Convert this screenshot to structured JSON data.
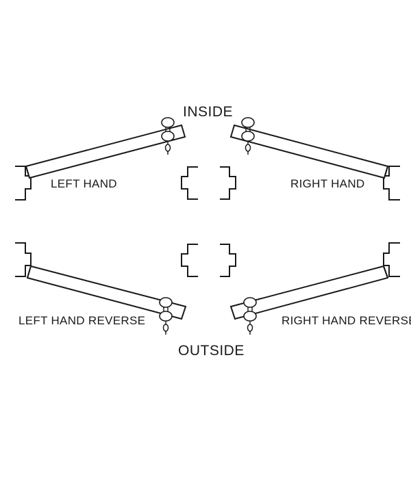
{
  "labels": {
    "inside": "INSIDE",
    "outside": "OUTSIDE",
    "left_hand": "LEFT HAND",
    "right_hand": "RIGHT HAND",
    "left_hand_reverse": "LEFT HAND REVERSE",
    "right_hand_reverse": "RIGHT HAND REVERSE"
  },
  "colors": {
    "line": "#1a1a1a",
    "background": "#ffffff"
  }
}
